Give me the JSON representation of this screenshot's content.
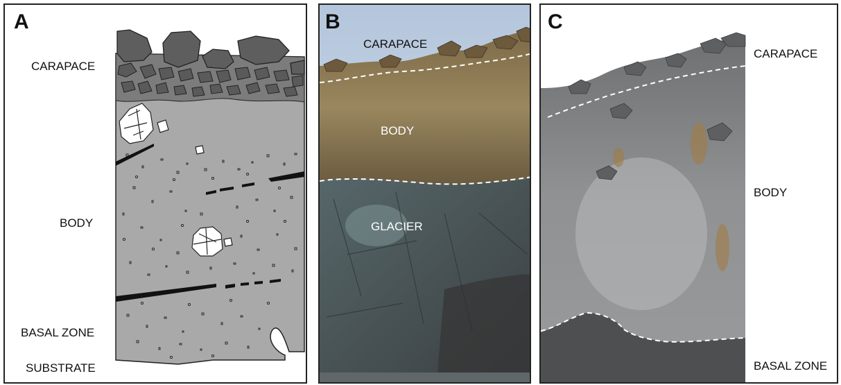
{
  "panel_a": {
    "letter": "A",
    "labels": {
      "carapace": "CARAPACE",
      "body": "BODY",
      "basal_zone": "BASAL ZONE",
      "substrate": "SUBSTRATE"
    }
  },
  "panel_b": {
    "letter": "B",
    "labels": {
      "carapace": "CARAPACE",
      "body": "BODY",
      "glacier": "GLACIER"
    }
  },
  "panel_c": {
    "letter": "C",
    "labels": {
      "carapace": "CARAPACE",
      "body": "BODY",
      "basal_zone": "BASAL ZONE"
    }
  },
  "colors": {
    "outline": "#222222",
    "body_fill": "#a9a9a9",
    "carapace_fill": "#5e5e5e",
    "sky": "#c7d5e6",
    "debris_brown": "#8a7550",
    "glacier_ice": "#4c5658",
    "rock_grey": "#7f8082"
  }
}
